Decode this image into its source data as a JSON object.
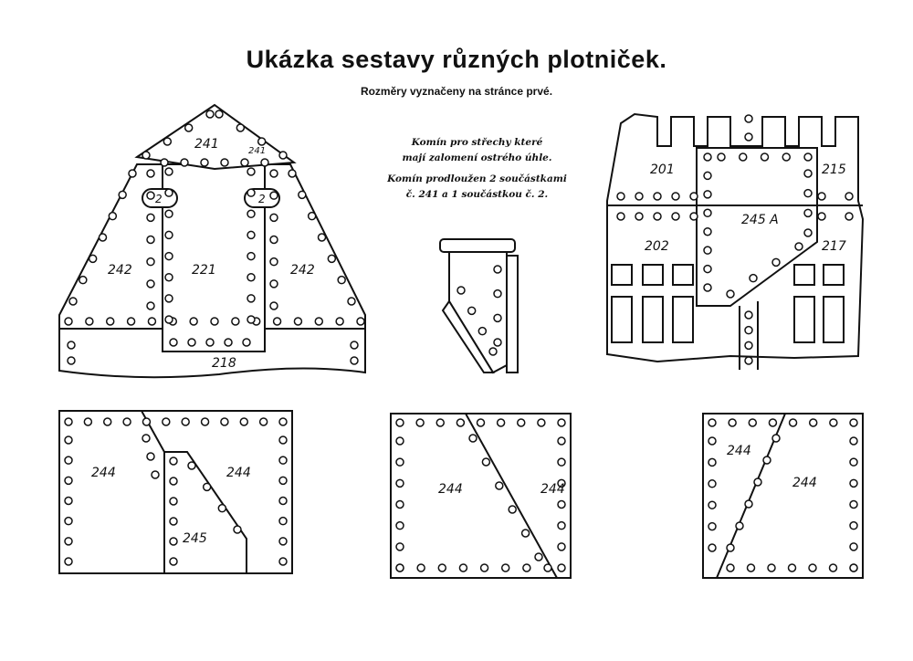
{
  "header": {
    "title": "Ukázka sestavy různých plotniček.",
    "subtitle": "Rozměry vyznačeny na stránce prvé."
  },
  "notes": {
    "chimney_line1": "Komín pro střechy které",
    "chimney_line2": "mají zalomení ostrého úhle.",
    "extended_line1": "Komín prodloužen 2 součástkami",
    "extended_line2": "č. 241 a 1 součástkou č. 2."
  },
  "roof": {
    "part_241": "241",
    "part_241_small": "241",
    "part_2_left": "2",
    "part_2_right": "2",
    "part_242_left": "242",
    "part_221": "221",
    "part_242_right": "242",
    "part_218": "218"
  },
  "wall": {
    "part_201": "201",
    "part_215": "215",
    "part_245a": "245 A",
    "part_202": "202",
    "part_217": "217"
  },
  "bottom_left": {
    "a": "244",
    "b": "244",
    "c": "245"
  },
  "bottom_mid": {
    "a": "244",
    "b": "244"
  },
  "bottom_right": {
    "a": "244",
    "b": "244"
  }
}
